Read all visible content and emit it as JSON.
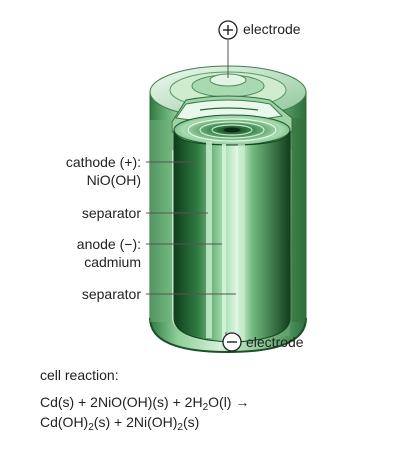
{
  "labels": {
    "plus_electrode_symbol": "+",
    "plus_electrode": "electrode",
    "cathode_line1": "cathode (+):",
    "cathode_line2": "NiO(OH)",
    "separator_top": "separator",
    "anode_line1": "anode (−):",
    "anode_line2": "cadmium",
    "separator_bottom": "separator",
    "minus_electrode_symbol": "−",
    "minus_electrode": "electrode"
  },
  "reaction": {
    "title": "cell reaction:",
    "line1": {
      "lhs": "Cd(s) + 2NiO(OH)(s) + 2H",
      "sub1": "2",
      "mid": "O(l)",
      "arrow": "→"
    },
    "line2": {
      "p1": "Cd(OH)",
      "sub1": "2",
      "p2": "(s) + 2Ni(OH)",
      "sub2": "2",
      "p3": "(s)"
    }
  },
  "colors": {
    "dark_green": "#1f5a2c",
    "mid_green": "#3f8a52",
    "light_green": "#b9e2bf",
    "pale_green": "#e3f4e5",
    "leader_line": "#555555"
  },
  "icons": [
    "plus-circle-icon",
    "minus-circle-icon"
  ]
}
